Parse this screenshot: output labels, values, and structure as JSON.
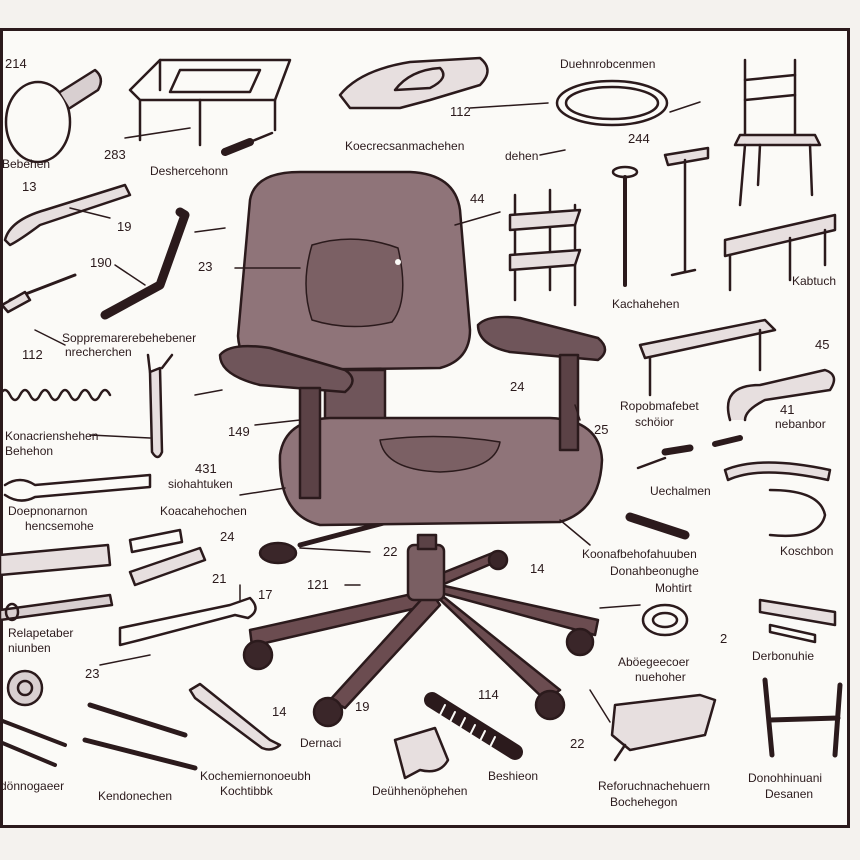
{
  "colors": {
    "ink": "#2b1a1c",
    "upholstery": "#8f7479",
    "upholstery_dark": "#6f555a",
    "paper": "#fbfaf7"
  },
  "labels": {
    "l214": "214",
    "bebehen": "Bebehen",
    "l13": "13",
    "l19": "19",
    "l190": "190",
    "l112a": "112",
    "l283": "283",
    "deshercehonn": "Deshercehonn",
    "koec": "Koecrecsanmachehen",
    "l112b": "112",
    "duehn": "Duehnrobcenmen",
    "l244": "244",
    "dehen": "dehen",
    "l23a": "23",
    "l44": "44",
    "sopp1": "Soppremarerebehebener",
    "sopp2": "nrecherchen",
    "konac1": "Konacrienshehen",
    "konac2": "Behehon",
    "l149": "149",
    "l431": "431",
    "siohahuken": "siohahtuken",
    "doep1": "Doepnonarnon",
    "doep2": "hencsemohe",
    "koacah": "Koacahehochen",
    "l24a": "24",
    "l21": "21",
    "relap1": "Relapetaber",
    "relap2": "niunben",
    "l23b": "23",
    "l24b": "24",
    "l25": "25",
    "l22a": "22",
    "l121": "121",
    "l17": "17",
    "l14a": "14",
    "l19b": "19",
    "dernaci": "Dernaci",
    "kochem1": "Kochemiernonoeubh",
    "kochem2": "Kochtibbk",
    "kendonechen": "Kendonechen",
    "dohnogaeer": "dönnogaeer",
    "deuhhen": "Deühhenöphehen",
    "l114": "114",
    "beshieon": "Beshieon",
    "l22b": "22",
    "refor1": "Reforuchnachehuern",
    "refor2": "Bochehegon",
    "kachah": "Kachahehen",
    "kabtuch": "Kabtuch",
    "l45": "45",
    "ropo1": "Ropobmafebet",
    "ropo2": "schöior",
    "l41": "41",
    "nebanbor": "nebanbor",
    "uechalmen": "Uechalmen",
    "koschbon": "Koschbon",
    "koonaf1": "Koonafbehofahuuben",
    "koonaf2": "Donahbeonughe",
    "l14b": "14",
    "mohtirt": "Mohtirt",
    "l2": "2",
    "abog1": "Aböegeecoer",
    "abog2": "nuehoher",
    "derbon": "Derbonuhie",
    "donoh1": "Donohhinuani",
    "donoh2": "Desanen"
  }
}
